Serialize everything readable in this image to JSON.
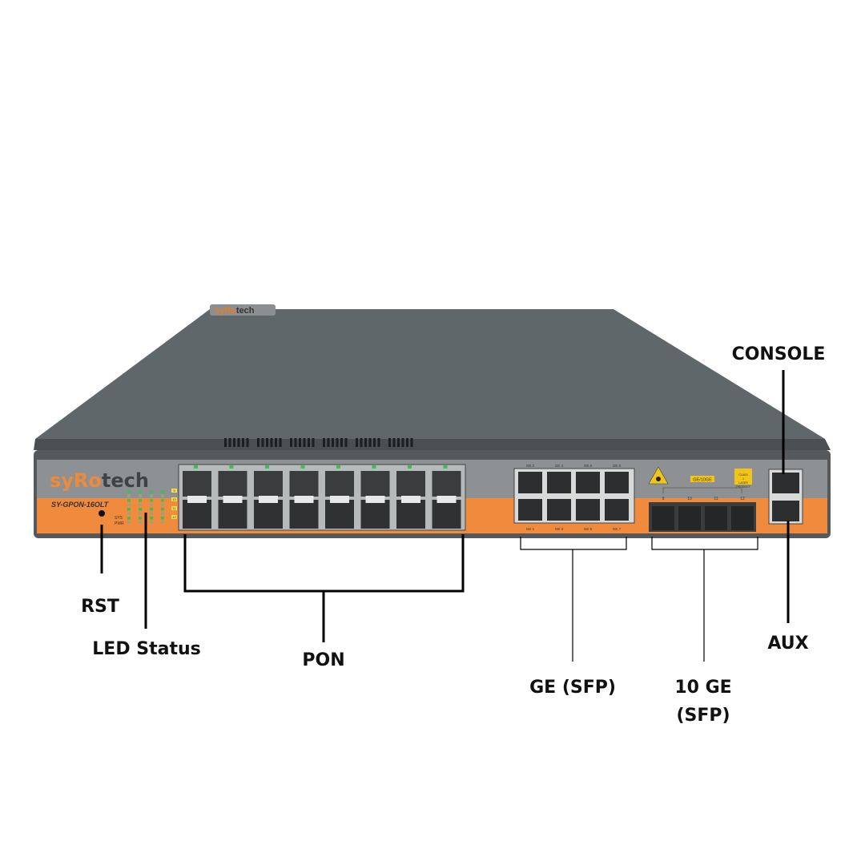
{
  "device": {
    "brand": "syRotech",
    "model": "SY-GPON-16OLT",
    "led_labels": [
      "SYS",
      "PWR"
    ],
    "led_side_labels": [
      "9",
      "10",
      "11",
      "12"
    ],
    "ge_top_labels": [
      "GE 2",
      "GE 4",
      "GE 6",
      "GE 8"
    ],
    "ge_bottom_labels": [
      "GE 1",
      "GE 3",
      "GE 5",
      "GE 7"
    ],
    "tenge_group_label": "GE/10GE",
    "tenge_port_labels": [
      "9",
      "10",
      "11",
      "12"
    ],
    "laser_label": "CLASS 1 LASER PRODUCT",
    "console_port_label": "Console",
    "aux_port_label": "AUX",
    "rst_port_label": "RST",
    "colors": {
      "body": "#5f6568",
      "panel_gray": "#8d9193",
      "panel_orange": "#f08a3c",
      "port": "#3a3c3e"
    }
  },
  "callouts": {
    "console": "CONSOLE",
    "aux": "AUX",
    "rst": "RST",
    "led_status": "LED Status",
    "pon": "PON",
    "ge_sfp": "GE (SFP)",
    "tenge_line1": "10 GE",
    "tenge_line2": "(SFP)"
  }
}
